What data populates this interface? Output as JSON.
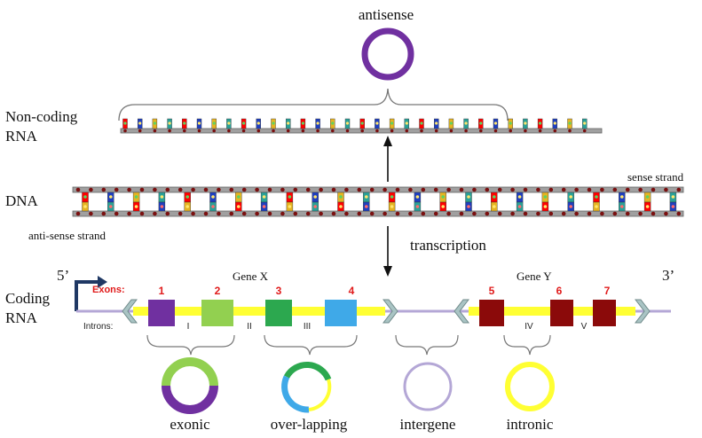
{
  "labels": {
    "antisense": "antisense",
    "noncoding_line1": "Non-coding",
    "noncoding_line2": "RNA",
    "dna": "DNA",
    "sense_strand": "sense strand",
    "antisense_strand": "anti-sense strand",
    "transcription": "transcription",
    "coding_line1": "Coding",
    "coding_line2": "RNA",
    "five_prime": "5’",
    "three_prime": "3’",
    "exons": "Exons:",
    "introns": "Introns:",
    "gene_x": "Gene  X",
    "gene_y": "Gene  Y"
  },
  "exons": [
    {
      "num": "1",
      "color": "#7030a0"
    },
    {
      "num": "2",
      "color": "#92d050"
    },
    {
      "num": "3",
      "color": "#2ca84f"
    },
    {
      "num": "4",
      "color": "#3fa9e8"
    },
    {
      "num": "5",
      "color": "#8b0a0a"
    },
    {
      "num": "6",
      "color": "#8b0a0a"
    },
    {
      "num": "7",
      "color": "#8b0a0a"
    }
  ],
  "introns": [
    "I",
    "II",
    "III",
    "IV",
    "V"
  ],
  "circles": [
    {
      "label": "exonic",
      "colors": [
        "#92d050",
        "#7030a0"
      ]
    },
    {
      "label": "over-lapping",
      "colors": [
        "#2ca84f",
        "#3fa9e8",
        "#ffff33"
      ]
    },
    {
      "label": "intergene",
      "colors": [
        "#b4a7d6"
      ]
    },
    {
      "label": "intronic",
      "colors": [
        "#ffff33"
      ]
    }
  ],
  "colors": {
    "antisense_ring": "#7030a0",
    "coding_line": "#b4a7d6",
    "intron_band": "#ffff33",
    "chevron": "#a9c4c4",
    "backbone": "#a0a0a0",
    "bead": "#7a1010",
    "arrow": "#1f3864"
  },
  "base_colors": [
    "#ff0000",
    "#1f3fbf",
    "#e6b422",
    "#2aa198"
  ]
}
